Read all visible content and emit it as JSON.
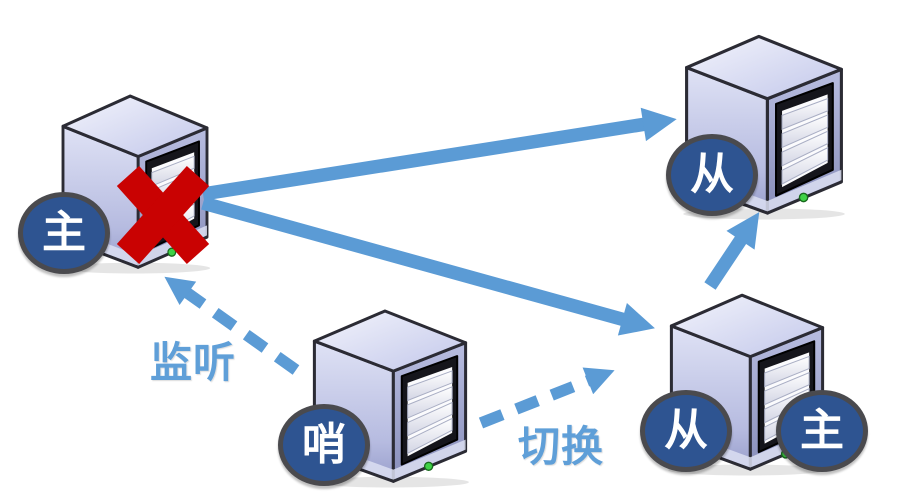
{
  "diagram": {
    "type": "redis-sentinel-failover",
    "nodes": {
      "master": {
        "badge": "主",
        "status": "failed"
      },
      "slave_top": {
        "badge": "从"
      },
      "sentinel": {
        "badge": "哨"
      },
      "slave_bottom": {
        "badge_left": "从",
        "badge_right": "主"
      }
    },
    "edges": [
      {
        "from": "master",
        "to": "slave_top",
        "style": "solid"
      },
      {
        "from": "master",
        "to": "slave_bottom",
        "style": "solid"
      },
      {
        "from": "slave_bottom",
        "to": "slave_top",
        "style": "solid"
      },
      {
        "from": "sentinel",
        "to": "master",
        "style": "dashed",
        "label": "监听"
      },
      {
        "from": "sentinel",
        "to": "slave_bottom",
        "style": "dashed",
        "label": "切换"
      }
    ],
    "labels": {
      "monitor": "监听",
      "switchover": "切换"
    },
    "colors": {
      "arrow": "#5b9bd5",
      "badge_fill": "#2e5491",
      "badge_border": "#4a4a4e",
      "badge_text": "#ffffff",
      "fail_x": "#c90202",
      "label_text": "#5f9fd8"
    }
  }
}
